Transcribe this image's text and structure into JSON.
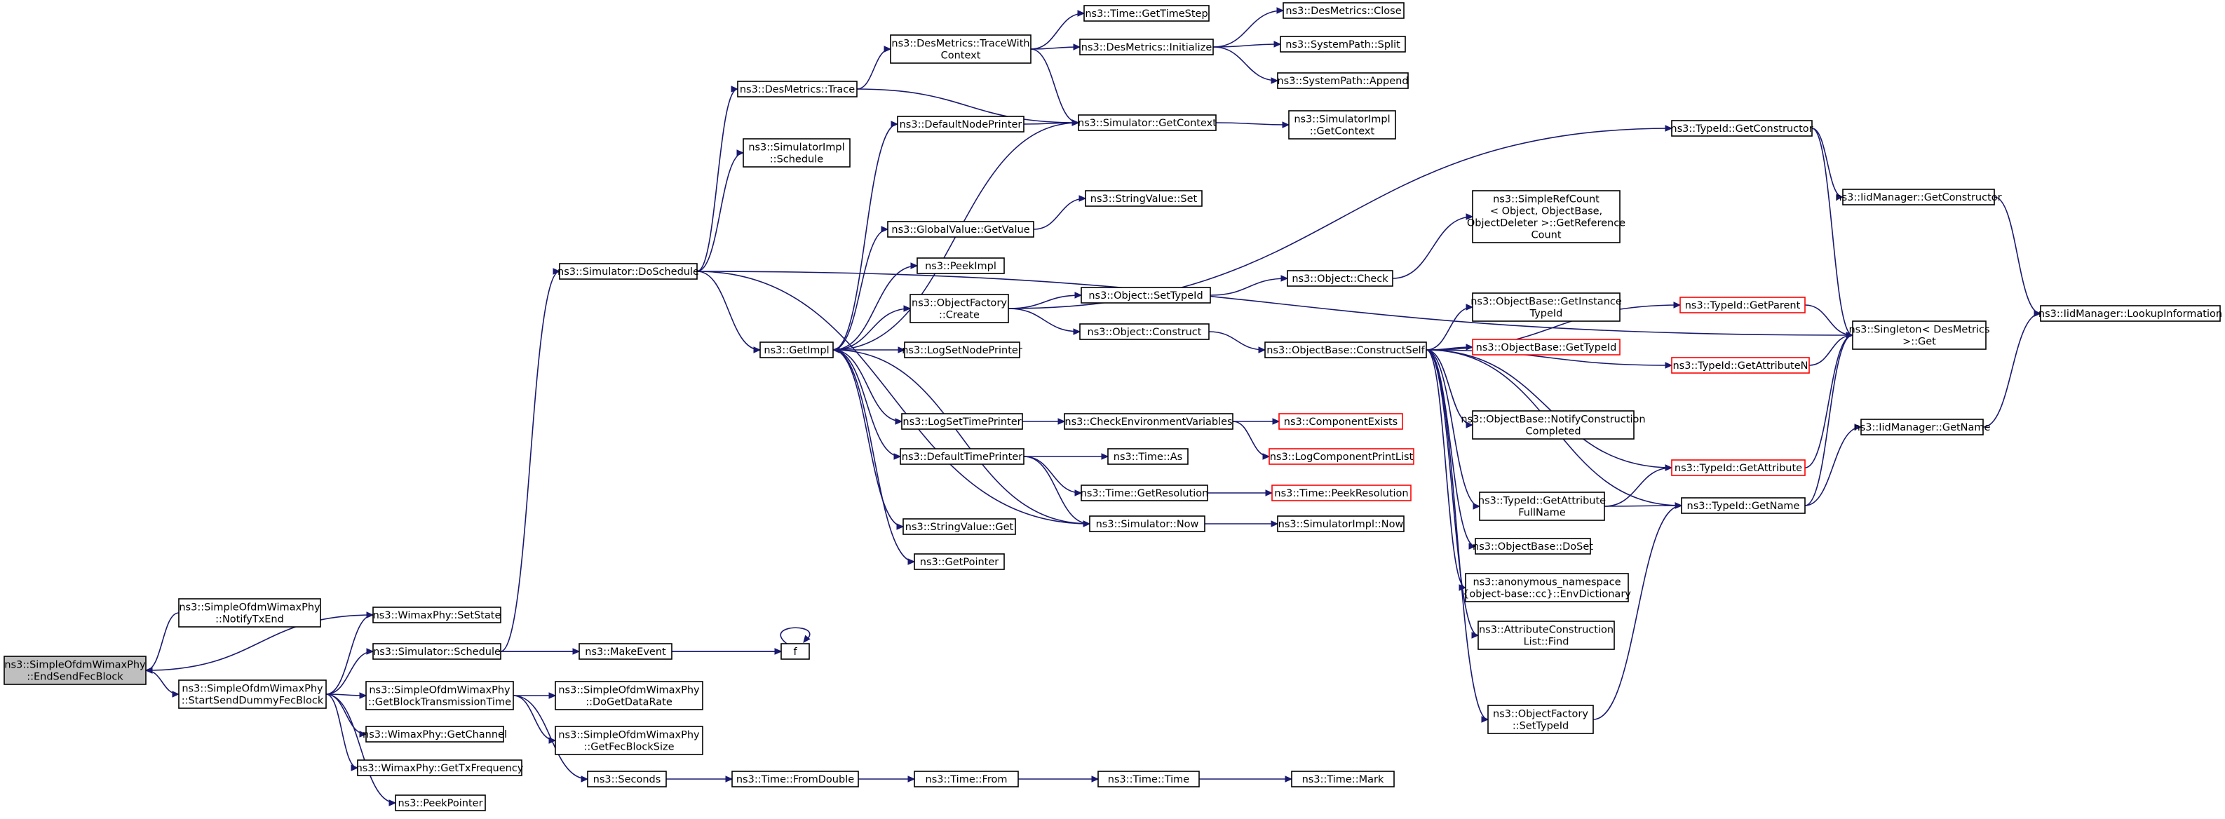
{
  "diagram": {
    "type": "call-graph",
    "colors": {
      "node_border": "#000000",
      "highlight_border": "#ff0000",
      "root_fill": "#bfbfbf",
      "node_fill": "#ffffff",
      "edge": "#191970"
    },
    "nodes": [
      {
        "id": "root",
        "lines": [
          "ns3::SimpleOfdmWimaxPhy",
          "::EndSendFecBlock"
        ],
        "style": "root"
      },
      {
        "id": "notify",
        "lines": [
          "ns3::SimpleOfdmWimaxPhy",
          "::NotifyTxEnd"
        ]
      },
      {
        "id": "start",
        "lines": [
          "ns3::SimpleOfdmWimaxPhy",
          "::StartSendDummyFecBlock"
        ]
      },
      {
        "id": "setstate",
        "lines": [
          "ns3::WimaxPhy::SetState"
        ]
      },
      {
        "id": "simsched",
        "lines": [
          "ns3::Simulator::Schedule"
        ]
      },
      {
        "id": "getblock",
        "lines": [
          "ns3::SimpleOfdmWimaxPhy",
          "::GetBlockTransmissionTime"
        ]
      },
      {
        "id": "getchannel",
        "lines": [
          "ns3::WimaxPhy::GetChannel"
        ]
      },
      {
        "id": "gettxfreq",
        "lines": [
          "ns3::WimaxPhy::GetTxFrequency"
        ]
      },
      {
        "id": "peekptr",
        "lines": [
          "ns3::PeekPointer"
        ]
      },
      {
        "id": "doschedule",
        "lines": [
          "ns3::Simulator::DoSchedule"
        ]
      },
      {
        "id": "makeevent",
        "lines": [
          "ns3::MakeEvent"
        ]
      },
      {
        "id": "f",
        "lines": [
          "f"
        ]
      },
      {
        "id": "dogetdata",
        "lines": [
          "ns3::SimpleOfdmWimaxPhy",
          "::DoGetDataRate"
        ]
      },
      {
        "id": "getfecblock",
        "lines": [
          "ns3::SimpleOfdmWimaxPhy",
          "::GetFecBlockSize"
        ]
      },
      {
        "id": "seconds",
        "lines": [
          "ns3::Seconds"
        ]
      },
      {
        "id": "fromdouble",
        "lines": [
          "ns3::Time::FromDouble"
        ]
      },
      {
        "id": "from",
        "lines": [
          "ns3::Time::From"
        ]
      },
      {
        "id": "timetime",
        "lines": [
          "ns3::Time::Time"
        ]
      },
      {
        "id": "mark",
        "lines": [
          "ns3::Time::Mark"
        ]
      },
      {
        "id": "destrace",
        "lines": [
          "ns3::DesMetrics::Trace"
        ]
      },
      {
        "id": "simimplsched",
        "lines": [
          "ns3::SimulatorImpl",
          "::Schedule"
        ]
      },
      {
        "id": "getimpl",
        "lines": [
          "ns3::GetImpl"
        ]
      },
      {
        "id": "tracewith",
        "lines": [
          "ns3::DesMetrics::TraceWith",
          "Context"
        ]
      },
      {
        "id": "gettimestep",
        "lines": [
          "ns3::Time::GetTimeStep"
        ]
      },
      {
        "id": "desinit",
        "lines": [
          "ns3::DesMetrics::Initialize"
        ]
      },
      {
        "id": "desclose",
        "lines": [
          "ns3::DesMetrics::Close"
        ]
      },
      {
        "id": "split",
        "lines": [
          "ns3::SystemPath::Split"
        ]
      },
      {
        "id": "append",
        "lines": [
          "ns3::SystemPath::Append"
        ]
      },
      {
        "id": "getcontext",
        "lines": [
          "ns3::Simulator::GetContext"
        ]
      },
      {
        "id": "implgetctx",
        "lines": [
          "ns3::SimulatorImpl",
          "::GetContext"
        ]
      },
      {
        "id": "defnodeprinter",
        "lines": [
          "ns3::DefaultNodePrinter"
        ]
      },
      {
        "id": "globalvalue",
        "lines": [
          "ns3::GlobalValue::GetValue"
        ]
      },
      {
        "id": "stringset",
        "lines": [
          "ns3::StringValue::Set"
        ]
      },
      {
        "id": "peekimpl",
        "lines": [
          "ns3::PeekImpl"
        ]
      },
      {
        "id": "objfactory",
        "lines": [
          "ns3::ObjectFactory",
          "::Create"
        ]
      },
      {
        "id": "logsetnode",
        "lines": [
          "ns3::LogSetNodePrinter"
        ]
      },
      {
        "id": "logsettime",
        "lines": [
          "ns3::LogSetTimePrinter"
        ]
      },
      {
        "id": "deftimeprinter",
        "lines": [
          "ns3::DefaultTimePrinter"
        ]
      },
      {
        "id": "stringget",
        "lines": [
          "ns3::StringValue::Get"
        ]
      },
      {
        "id": "getpointer",
        "lines": [
          "ns3::GetPointer"
        ]
      },
      {
        "id": "setTypeId",
        "lines": [
          "ns3::Object::SetTypeId"
        ]
      },
      {
        "id": "objconstruct",
        "lines": [
          "ns3::Object::Construct"
        ]
      },
      {
        "id": "objcheck",
        "lines": [
          "ns3::Object::Check"
        ]
      },
      {
        "id": "refcount",
        "lines": [
          "ns3::SimpleRefCount",
          "< Object, ObjectBase,",
          "ObjectDeleter >::GetReference",
          "Count"
        ]
      },
      {
        "id": "constructself",
        "lines": [
          "ns3::ObjectBase::ConstructSelf"
        ]
      },
      {
        "id": "getinstance",
        "lines": [
          "ns3::ObjectBase::GetInstance",
          "TypeId"
        ]
      },
      {
        "id": "obgettypeid",
        "lines": [
          "ns3::ObjectBase::GetTypeId"
        ],
        "style": "highlight"
      },
      {
        "id": "notifyconstr",
        "lines": [
          "ns3::ObjectBase::NotifyConstruction",
          "Completed"
        ]
      },
      {
        "id": "checkenv",
        "lines": [
          "ns3::CheckEnvironmentVariables"
        ]
      },
      {
        "id": "compexists",
        "lines": [
          "ns3::ComponentExists"
        ],
        "style": "highlight"
      },
      {
        "id": "logcomplist",
        "lines": [
          "ns3::LogComponentPrintList"
        ],
        "style": "highlight"
      },
      {
        "id": "timeas",
        "lines": [
          "ns3::Time::As"
        ]
      },
      {
        "id": "getres",
        "lines": [
          "ns3::Time::GetResolution"
        ]
      },
      {
        "id": "peekres",
        "lines": [
          "ns3::Time::PeekResolution"
        ],
        "style": "highlight"
      },
      {
        "id": "simnow",
        "lines": [
          "ns3::Simulator::Now"
        ]
      },
      {
        "id": "implnow",
        "lines": [
          "ns3::SimulatorImpl::Now"
        ]
      },
      {
        "id": "attrfullname",
        "lines": [
          "ns3::TypeId::GetAttribute",
          "FullName"
        ]
      },
      {
        "id": "doset",
        "lines": [
          "ns3::ObjectBase::DoSet"
        ]
      },
      {
        "id": "envdict",
        "lines": [
          "ns3::anonymous_namespace",
          "{object-base::cc}::EnvDictionary"
        ]
      },
      {
        "id": "attrlist",
        "lines": [
          "ns3::AttributeConstruction",
          "List::Find"
        ]
      },
      {
        "id": "ofsettypeid",
        "lines": [
          "ns3::ObjectFactory",
          "::SetTypeId"
        ]
      },
      {
        "id": "getconstructor",
        "lines": [
          "ns3::TypeId::GetConstructor"
        ]
      },
      {
        "id": "getparent",
        "lines": [
          "ns3::TypeId::GetParent"
        ],
        "style": "highlight"
      },
      {
        "id": "getattrn",
        "lines": [
          "ns3::TypeId::GetAttributeN"
        ],
        "style": "highlight"
      },
      {
        "id": "getattr",
        "lines": [
          "ns3::TypeId::GetAttribute"
        ],
        "style": "highlight"
      },
      {
        "id": "getname",
        "lines": [
          "ns3::TypeId::GetName"
        ]
      },
      {
        "id": "singleton",
        "lines": [
          "ns3::Singleton< DesMetrics",
          "&gt;::Get"
        ]
      },
      {
        "id": "iidgetconstr",
        "lines": [
          "ns3::IidManager::GetConstructor"
        ]
      },
      {
        "id": "iidgetname",
        "lines": [
          "ns3::IidManager::GetName"
        ]
      },
      {
        "id": "lookupinfo",
        "lines": [
          "ns3::IidManager::LookupInformation"
        ]
      }
    ],
    "edges": [
      [
        "notify",
        "root"
      ],
      [
        "setstate",
        "root"
      ],
      [
        "root",
        "start"
      ],
      [
        "start",
        "setstate"
      ],
      [
        "start",
        "simsched"
      ],
      [
        "start",
        "getblock"
      ],
      [
        "start",
        "getchannel"
      ],
      [
        "start",
        "gettxfreq"
      ],
      [
        "start",
        "peekptr"
      ],
      [
        "simsched",
        "doschedule"
      ],
      [
        "simsched",
        "makeevent"
      ],
      [
        "simsched",
        "f"
      ],
      [
        "makeevent",
        "f"
      ],
      [
        "f",
        "f"
      ],
      [
        "getblock",
        "dogetdata"
      ],
      [
        "getblock",
        "getfecblock"
      ],
      [
        "getblock",
        "seconds"
      ],
      [
        "seconds",
        "fromdouble"
      ],
      [
        "fromdouble",
        "from"
      ],
      [
        "from",
        "timetime"
      ],
      [
        "timetime",
        "mark"
      ],
      [
        "doschedule",
        "destrace"
      ],
      [
        "doschedule",
        "simimplsched"
      ],
      [
        "doschedule",
        "getimpl"
      ],
      [
        "doschedule",
        "singleton"
      ],
      [
        "doschedule",
        "simnow"
      ],
      [
        "destrace",
        "tracewith"
      ],
      [
        "destrace",
        "getcontext"
      ],
      [
        "tracewith",
        "gettimestep"
      ],
      [
        "tracewith",
        "desinit"
      ],
      [
        "tracewith",
        "getcontext"
      ],
      [
        "desinit",
        "desclose"
      ],
      [
        "desinit",
        "split"
      ],
      [
        "desinit",
        "append"
      ],
      [
        "getcontext",
        "getimpl"
      ],
      [
        "getcontext",
        "implgetctx"
      ],
      [
        "getimpl",
        "defnodeprinter"
      ],
      [
        "getimpl",
        "globalvalue"
      ],
      [
        "getimpl",
        "peekimpl"
      ],
      [
        "getimpl",
        "objfactory"
      ],
      [
        "getimpl",
        "logsetnode"
      ],
      [
        "getimpl",
        "logsettime"
      ],
      [
        "getimpl",
        "deftimeprinter"
      ],
      [
        "getimpl",
        "stringget"
      ],
      [
        "getimpl",
        "getpointer"
      ],
      [
        "getimpl",
        "getattrfullname_link"
      ],
      [
        "defnodeprinter",
        "getcontext"
      ],
      [
        "globalvalue",
        "stringset"
      ],
      [
        "objfactory",
        "getconstructor"
      ],
      [
        "objfactory",
        "setTypeId"
      ],
      [
        "objfactory",
        "objconstruct"
      ],
      [
        "setTypeId",
        "objcheck"
      ],
      [
        "objcheck",
        "refcount"
      ],
      [
        "objconstruct",
        "constructself"
      ],
      [
        "constructself",
        "getparent"
      ],
      [
        "constructself",
        "getinstance"
      ],
      [
        "constructself",
        "obgettypeid"
      ],
      [
        "constructself",
        "getattrn"
      ],
      [
        "constructself",
        "notifyconstr"
      ],
      [
        "constructself",
        "getattr"
      ],
      [
        "constructself",
        "attrfullname"
      ],
      [
        "constructself",
        "getname"
      ],
      [
        "constructself",
        "doset"
      ],
      [
        "constructself",
        "envdict"
      ],
      [
        "constructself",
        "attrlist"
      ],
      [
        "constructself",
        "ofsettypeid"
      ],
      [
        "logsettime",
        "checkenv"
      ],
      [
        "checkenv",
        "compexists"
      ],
      [
        "checkenv",
        "logcomplist"
      ],
      [
        "deftimeprinter",
        "timeas"
      ],
      [
        "deftimeprinter",
        "getres"
      ],
      [
        "deftimeprinter",
        "simnow"
      ],
      [
        "getres",
        "peekres"
      ],
      [
        "simnow",
        "getimpl"
      ],
      [
        "simnow",
        "implnow"
      ],
      [
        "attrfullname",
        "getattr"
      ],
      [
        "attrfullname",
        "getname"
      ],
      [
        "ofsettypeid",
        "getname"
      ],
      [
        "getconstructor",
        "iidgetconstr"
      ],
      [
        "getconstructor",
        "singleton"
      ],
      [
        "getparent",
        "singleton"
      ],
      [
        "getattrn",
        "singleton"
      ],
      [
        "getattr",
        "singleton"
      ],
      [
        "getname",
        "singleton"
      ],
      [
        "getname",
        "iidgetname"
      ],
      [
        "iidgetconstr",
        "lookupinfo"
      ],
      [
        "iidgetname",
        "lookupinfo"
      ]
    ]
  }
}
